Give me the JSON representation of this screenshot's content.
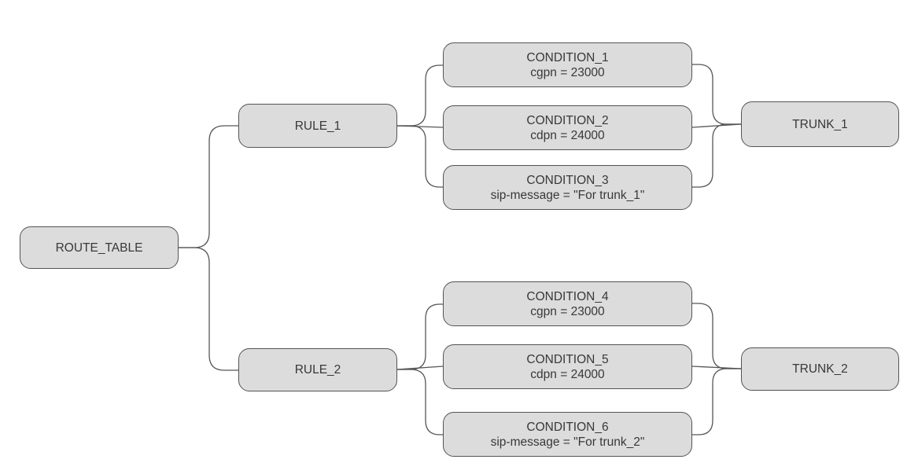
{
  "nodes": {
    "route_table": {
      "label": "ROUTE_TABLE"
    },
    "rule_1": {
      "label": "RULE_1"
    },
    "rule_2": {
      "label": "RULE_2"
    },
    "condition_1": {
      "label": "CONDITION_1",
      "detail": "cgpn = 23000"
    },
    "condition_2": {
      "label": "CONDITION_2",
      "detail": "cdpn = 24000"
    },
    "condition_3": {
      "label": "CONDITION_3",
      "detail": "sip-message = \"For trunk_1\""
    },
    "condition_4": {
      "label": "CONDITION_4",
      "detail": "cgpn = 23000"
    },
    "condition_5": {
      "label": "CONDITION_5",
      "detail": "cdpn = 24000"
    },
    "condition_6": {
      "label": "CONDITION_6",
      "detail": "sip-message = \"For trunk_2\""
    },
    "trunk_1": {
      "label": "TRUNK_1"
    },
    "trunk_2": {
      "label": "TRUNK_2"
    }
  },
  "edges": [
    {
      "from": "route_table",
      "to": "rule_1"
    },
    {
      "from": "route_table",
      "to": "rule_2"
    },
    {
      "from": "rule_1",
      "to": "condition_1"
    },
    {
      "from": "rule_1",
      "to": "condition_2"
    },
    {
      "from": "rule_1",
      "to": "condition_3"
    },
    {
      "from": "condition_1",
      "to": "trunk_1"
    },
    {
      "from": "condition_2",
      "to": "trunk_1"
    },
    {
      "from": "condition_3",
      "to": "trunk_1"
    },
    {
      "from": "rule_2",
      "to": "condition_4"
    },
    {
      "from": "rule_2",
      "to": "condition_5"
    },
    {
      "from": "rule_2",
      "to": "condition_6"
    },
    {
      "from": "condition_4",
      "to": "trunk_2"
    },
    {
      "from": "condition_5",
      "to": "trunk_2"
    },
    {
      "from": "condition_6",
      "to": "trunk_2"
    }
  ],
  "colors": {
    "background": "#ffffff",
    "node_fill": "#dcdcdc",
    "node_border": "#545454",
    "edge": "#565656",
    "text": "#383838"
  }
}
